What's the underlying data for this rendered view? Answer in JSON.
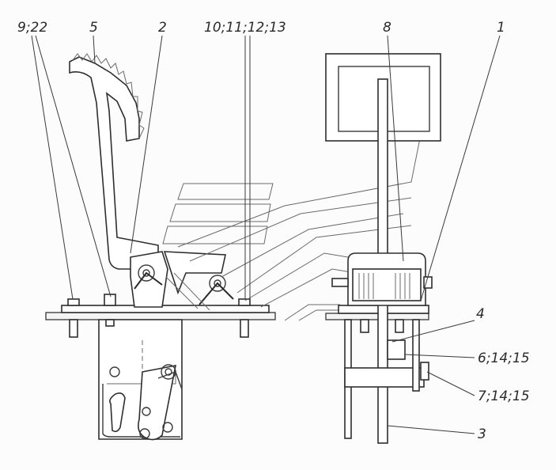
{
  "diagram": {
    "callouts": [
      {
        "id": "c1",
        "text": "9;22"
      },
      {
        "id": "c2",
        "text": "5"
      },
      {
        "id": "c3",
        "text": "2"
      },
      {
        "id": "c4",
        "text": "10;11;12;13"
      },
      {
        "id": "c5",
        "text": "8"
      },
      {
        "id": "c6",
        "text": "1"
      },
      {
        "id": "c7",
        "text": "4"
      },
      {
        "id": "c8",
        "text": "6;14;15"
      },
      {
        "id": "c9",
        "text": "7;14;15"
      },
      {
        "id": "c10",
        "text": "3"
      }
    ]
  }
}
